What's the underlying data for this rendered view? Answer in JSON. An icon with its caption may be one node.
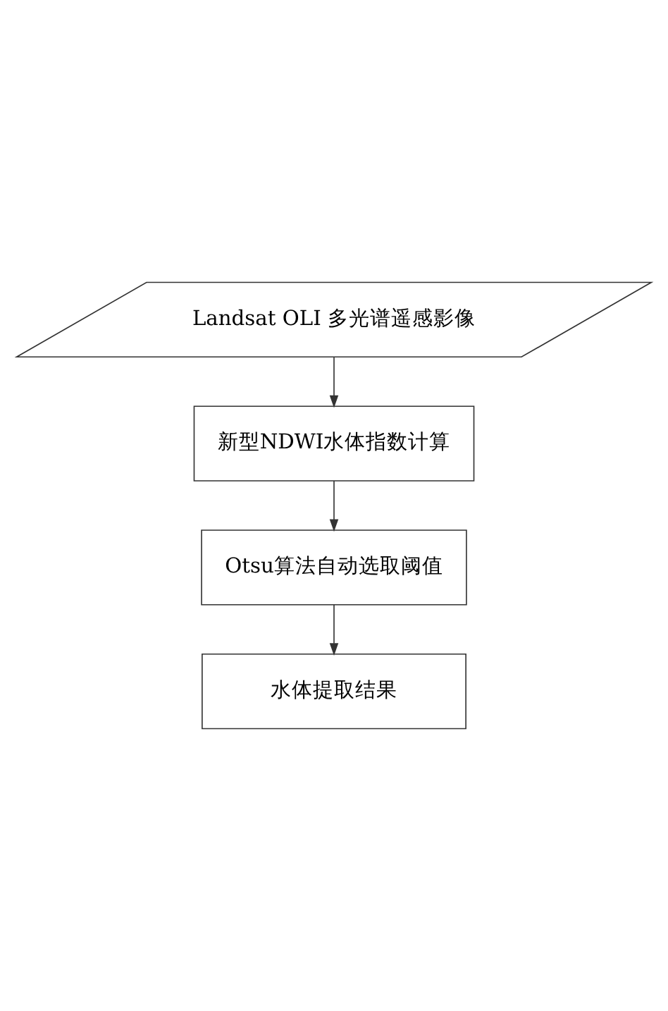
{
  "diagram": {
    "nodes": [
      {
        "text": [
          "Landsat OLI 多光谱遥感影像"
        ]
      },
      {
        "text": [
          "新型NDWI水体指数计算"
        ]
      },
      {
        "text": [
          "Otsu算法自动选取阈值"
        ]
      },
      {
        "text": [
          "水体提取结果"
        ]
      }
    ],
    "edges": [
      {
        "from": 0,
        "to": 1,
        "arrow": "to"
      },
      {
        "from": 1,
        "to": 2,
        "arrow": "to"
      },
      {
        "from": 2,
        "to": 3,
        "arrow": "to"
      }
    ]
  }
}
